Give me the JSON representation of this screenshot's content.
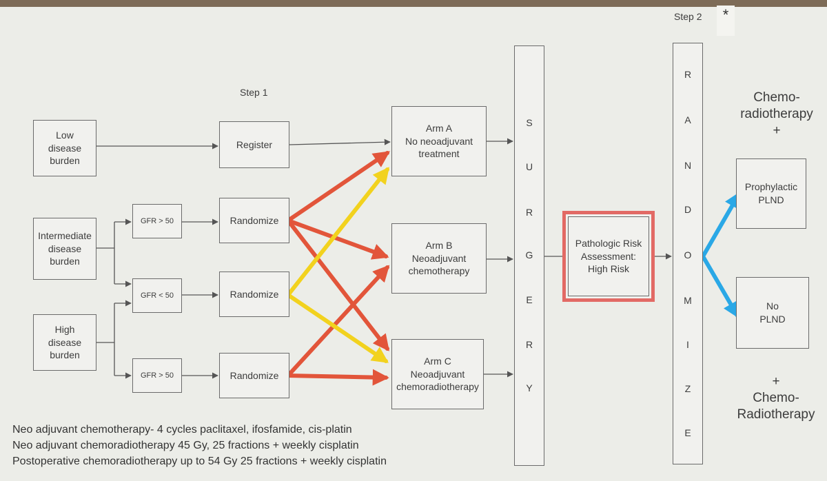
{
  "step1": "Step 1",
  "step2": "Step 2",
  "star": "*",
  "burden": {
    "low": "Low\ndisease\nburden",
    "intermediate": "Intermediate\ndisease\nburden",
    "high": "High\ndisease\nburden"
  },
  "gfr": {
    "top": "GFR > 50",
    "mid": "GFR < 50",
    "bottom": "GFR > 50"
  },
  "actions": {
    "register": "Register",
    "randomize1": "Randomize",
    "randomize2": "Randomize",
    "randomize3": "Randomize"
  },
  "arms": {
    "a": "Arm A\nNo neoadjuvant\ntreatment",
    "b": "Arm B\nNeoadjuvant\nchemotherapy",
    "c": "Arm C\nNeoadjuvant\nchemoradiotherapy"
  },
  "surgery_letters": [
    "S",
    "U",
    "R",
    "G",
    "E",
    "R",
    "Y"
  ],
  "risk_box": "Pathologic Risk\nAssessment:\nHigh Risk",
  "randomize_letters": [
    "R",
    "A",
    "N",
    "D",
    "O",
    "M",
    "I",
    "Z",
    "E"
  ],
  "outcomes": {
    "top_header": "Chemo-\nradiotherapy\n+",
    "prophylactic": "Prophylactic\nPLND",
    "no_plnd": "No\nPLND",
    "bottom_footer": "+\nChemo-\nRadiotherapy"
  },
  "notes": [
    "Neo adjuvant chemotherapy- 4 cycles paclitaxel, ifosfamide, cis-platin",
    "Neo adjuvant chemoradiotherapy 45 Gy, 25 fractions + weekly cisplatin",
    "Postoperative chemoradiotherapy up to 54 Gy 25 fractions + weekly cisplatin"
  ],
  "colors": {
    "orange": "#e2553a",
    "yellow": "#f2d21e",
    "blue": "#2aa8e6",
    "risk_border": "#e26a65"
  }
}
